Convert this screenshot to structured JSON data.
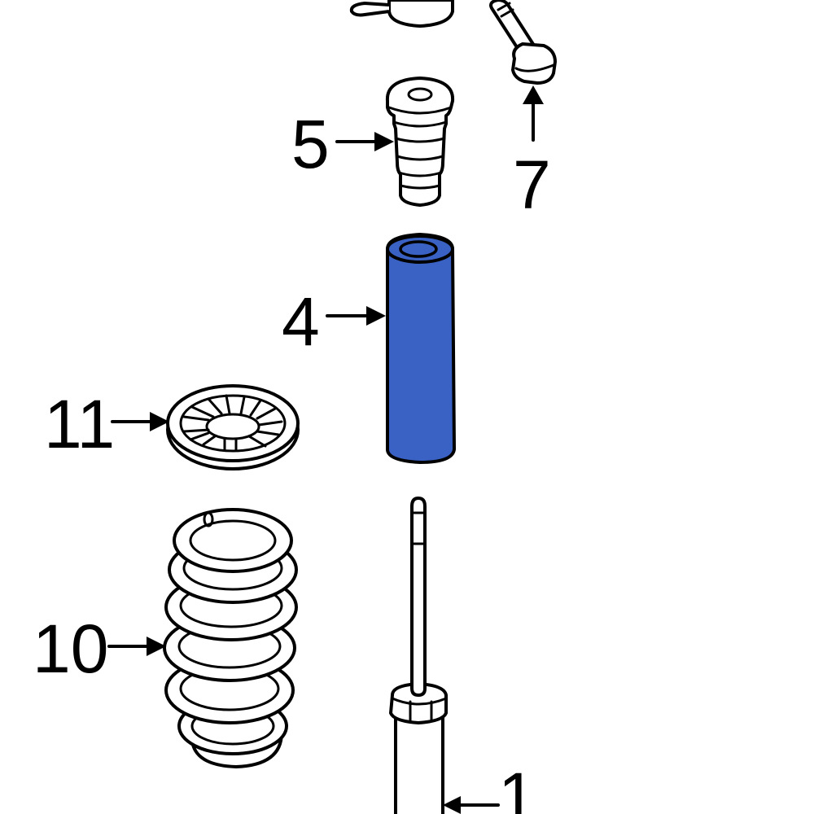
{
  "diagram": {
    "type": "exploded-parts-diagram",
    "subject": "rear suspension shock absorber assembly",
    "highlight_color": "#3a62c4",
    "line_color": "#000000",
    "background": "#ffffff",
    "parts": [
      {
        "id": "7",
        "label": "7",
        "description": "bolt",
        "arrow_direction": "up",
        "highlighted": false
      },
      {
        "id": "5",
        "label": "5",
        "description": "bump stop",
        "arrow_direction": "right",
        "highlighted": false
      },
      {
        "id": "4",
        "label": "4",
        "description": "dust boot / protective tube",
        "arrow_direction": "right",
        "highlighted": true
      },
      {
        "id": "11",
        "label": "11",
        "description": "spring seat / insulator",
        "arrow_direction": "right",
        "highlighted": false
      },
      {
        "id": "10",
        "label": "10",
        "description": "coil spring",
        "arrow_direction": "right",
        "highlighted": false
      },
      {
        "id": "1",
        "label": "1",
        "description": "shock absorber",
        "arrow_direction": "left",
        "highlighted": false
      }
    ]
  }
}
